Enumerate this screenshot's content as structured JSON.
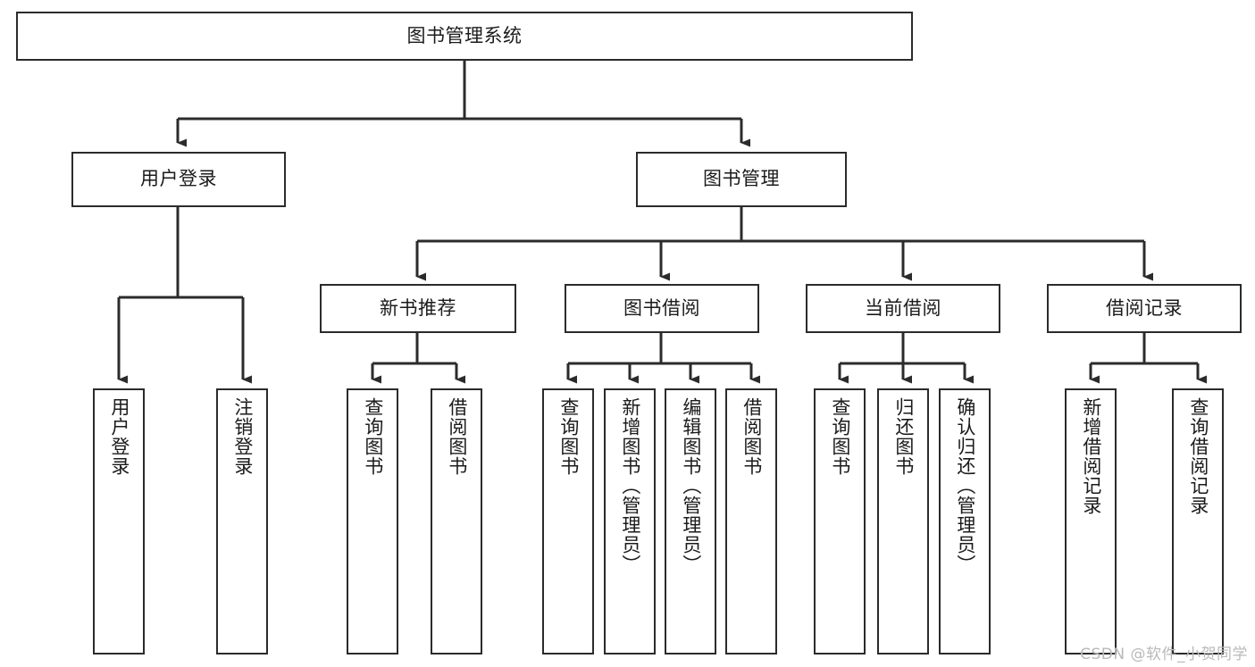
{
  "diagram": {
    "title": "图书管理系统",
    "watermark": "CSDN @软件_小贺同学",
    "colors": {
      "box_border": "#2b2b2b",
      "box_fill": "#ffffff",
      "connector": "#2b2b2b",
      "text": "#1b1b1b",
      "watermark": "#b9b9b9",
      "background": "#ffffff"
    },
    "levels": {
      "root": {
        "label": "图书管理系统"
      },
      "level2": [
        {
          "label": "用户登录"
        },
        {
          "label": "图书管理"
        }
      ],
      "level3": [
        {
          "label": "新书推荐"
        },
        {
          "label": "图书借阅"
        },
        {
          "label": "当前借阅"
        },
        {
          "label": "借阅记录"
        }
      ],
      "leaves": {
        "user_login": [
          {
            "label": "用户登录"
          },
          {
            "label": "注销登录"
          }
        ],
        "new_book_recommend": [
          {
            "label": "查询图书"
          },
          {
            "label": "借阅图书"
          }
        ],
        "book_borrow": [
          {
            "label": "查询图书"
          },
          {
            "label": "新增图书（管理员）"
          },
          {
            "label": "编辑图书（管理员）"
          },
          {
            "label": "借阅图书"
          }
        ],
        "current_borrow": [
          {
            "label": "查询图书"
          },
          {
            "label": "归还图书"
          },
          {
            "label": "确认归还（管理员）"
          }
        ],
        "borrow_record": [
          {
            "label": "新增借阅记录"
          },
          {
            "label": "查询借阅记录"
          }
        ]
      }
    }
  }
}
